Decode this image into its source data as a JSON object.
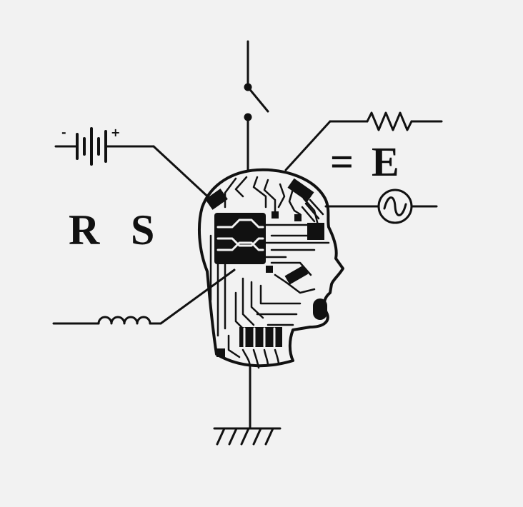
{
  "labels": {
    "r": "R",
    "s": "S",
    "equals": "=",
    "e": "E"
  },
  "battery": {
    "plus": "+",
    "minus": "-"
  },
  "colors": {
    "background": "#f2f2f2",
    "ink": "#111111",
    "trace": "#1a1a1a"
  }
}
